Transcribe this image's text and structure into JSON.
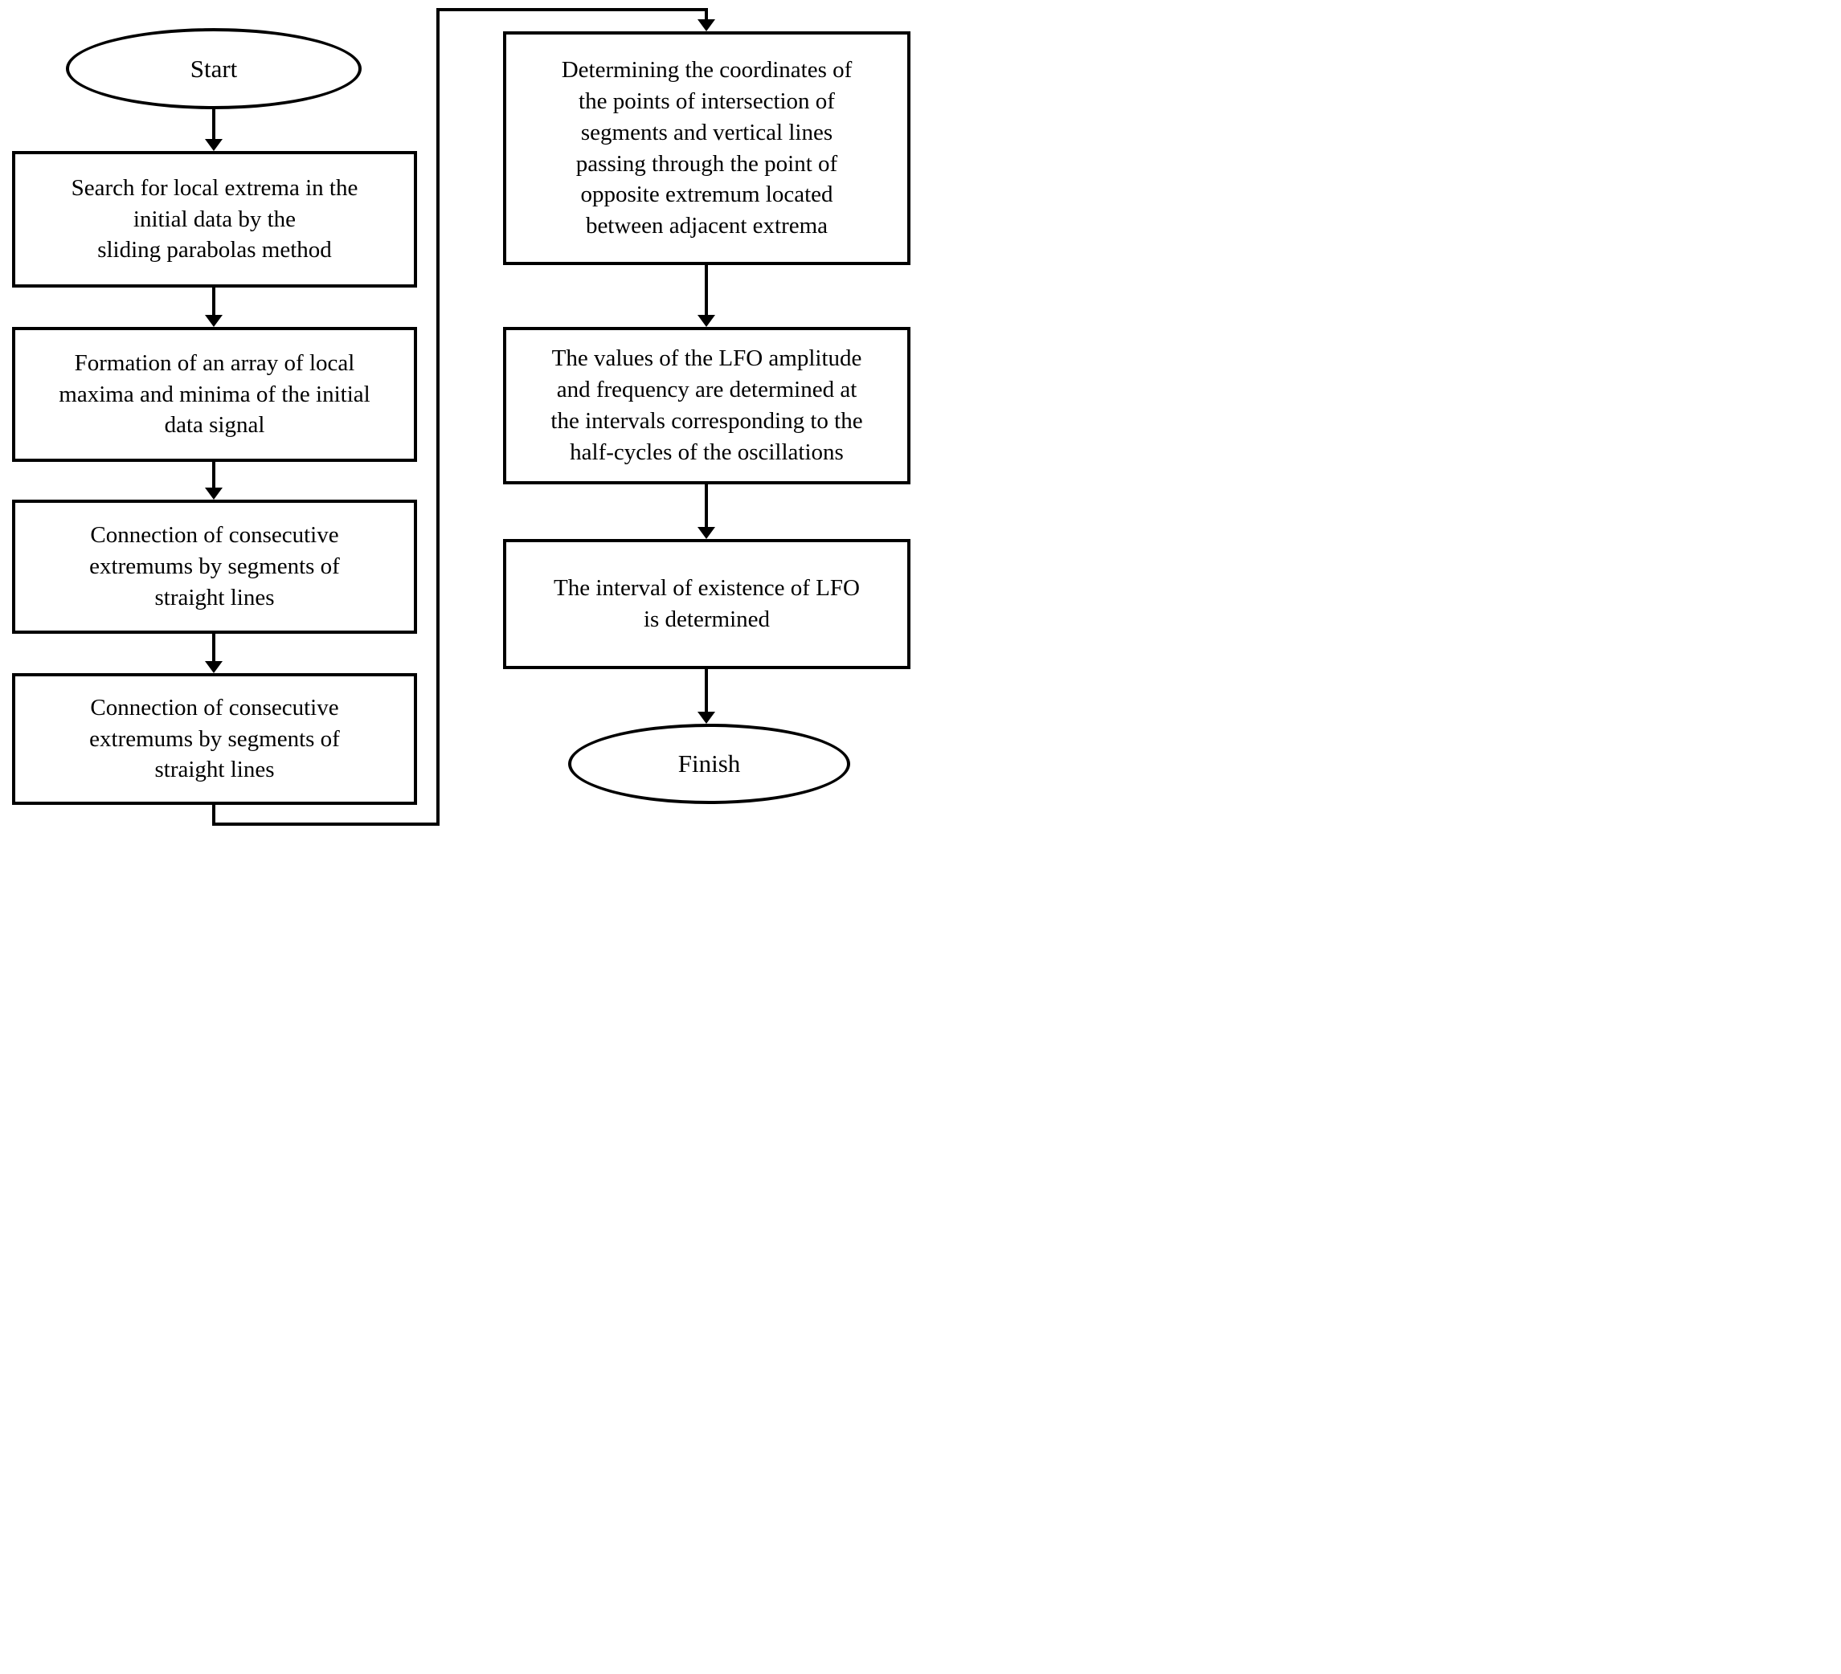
{
  "diagram": {
    "type": "flowchart",
    "colors": {
      "stroke": "#000000",
      "background": "#ffffff",
      "text": "#000000"
    },
    "start": {
      "label": "Start"
    },
    "finish": {
      "label": "Finish"
    },
    "steps": [
      {
        "id": "search-extrema",
        "label": "Search for local extrema in the\ninitial data by the\nsliding parabolas method"
      },
      {
        "id": "form-array",
        "label": "Formation of an array of local\nmaxima and minima of the initial\ndata signal"
      },
      {
        "id": "connect-extremums-1",
        "label": "Connection of consecutive\nextremums by segments of\nstraight lines"
      },
      {
        "id": "connect-extremums-2",
        "label": "Connection of consecutive\nextremums by segments of\nstraight lines"
      },
      {
        "id": "determine-coordinates",
        "label": "Determining the coordinates of\nthe points of intersection of\nsegments and vertical lines\npassing through the point of\nopposite extremum located\nbetween adjacent extrema"
      },
      {
        "id": "lfo-values",
        "label": "The values of the LFO amplitude\nand frequency are determined at\nthe intervals corresponding to the\nhalf-cycles of the oscillations"
      },
      {
        "id": "lfo-interval",
        "label": "The interval of existence of LFO\nis determined"
      }
    ]
  }
}
